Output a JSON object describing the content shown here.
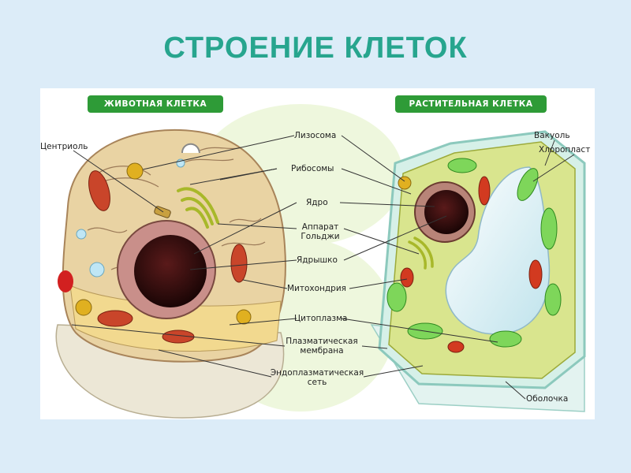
{
  "title": "СТРОЕНИЕ КЛЕТОК",
  "animal_cell": {
    "badge": "ЖИВОТНАЯ КЛЕТКА",
    "labels": {
      "centriole": "Центриоль"
    }
  },
  "plant_cell": {
    "badge": "РАСТИТЕЛЬНАЯ КЛЕТКА",
    "labels": {
      "vacuole": "Вакуоль",
      "chloroplast": "Хлоропласт",
      "wall": "Оболочка"
    }
  },
  "shared_labels": {
    "lysosome": "Лизосома",
    "ribosomes": "Рибосомы",
    "nucleus": "Ядро",
    "golgi_1": "Аппарат",
    "golgi_2": "Гольджи",
    "nucleolus": "Ядрышко",
    "mitochondria": "Митохондрия",
    "cytoplasm": "Цитоплазма",
    "membrane_1": "Плазматическая",
    "membrane_2": "мембрана",
    "er_1": "Эндоплазматическая",
    "er_2": "сеть"
  }
}
